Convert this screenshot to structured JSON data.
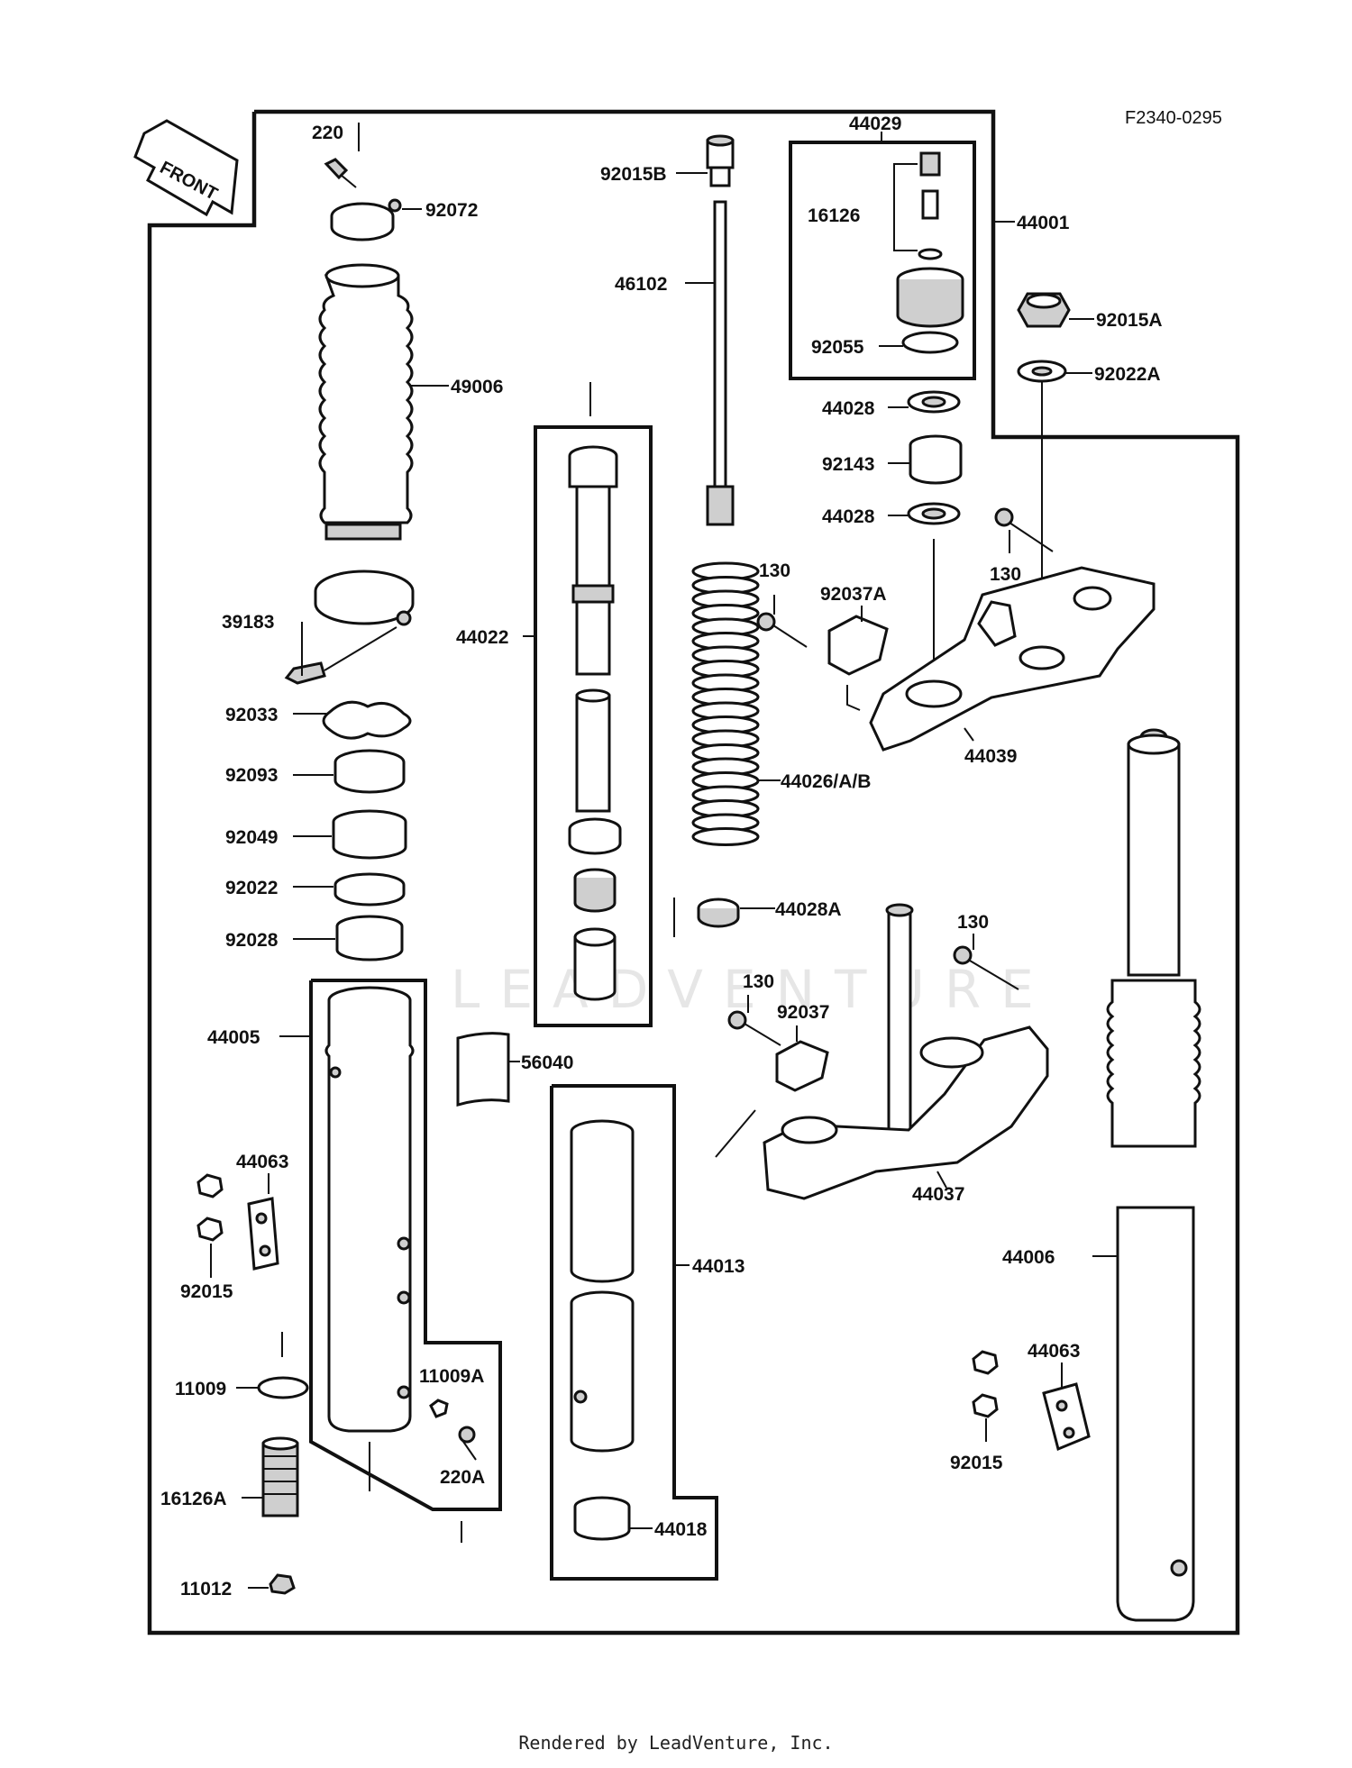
{
  "figure_code": "F2340-0295",
  "front_arrow_label": "FRONT",
  "watermark": "LEADVENTURE",
  "footer": "Rendered by LeadVenture, Inc.",
  "parts": {
    "p220": "220",
    "p92072": "92072",
    "p49006": "49006",
    "p39183": "39183",
    "p92033": "92033",
    "p92093": "92093",
    "p92049": "92049",
    "p92022": "92022",
    "p92028": "92028",
    "p44005": "44005",
    "p44063_l": "44063",
    "p92015_l": "92015",
    "p11009": "11009",
    "p11009A": "11009A",
    "p220A": "220A",
    "p16126A": "16126A",
    "p11012": "11012",
    "p92015B": "92015B",
    "p46102": "46102",
    "p44022": "44022",
    "p44026": "44026/A/B",
    "p44028A": "44028A",
    "p56040": "56040",
    "p44013": "44013",
    "p44018": "44018",
    "p44029": "44029",
    "p16126": "16126",
    "p92055": "92055",
    "p44001": "44001",
    "p44028_a": "44028",
    "p92143": "92143",
    "p44028_b": "44028",
    "p92015A": "92015A",
    "p92022A": "92022A",
    "p130_a": "130",
    "p130_b": "130",
    "p92037A": "92037A",
    "p44039": "44039",
    "p130_c": "130",
    "p130_d": "130",
    "p92037": "92037",
    "p44037": "44037",
    "p44006": "44006",
    "p44063_r": "44063",
    "p92015_r": "92015"
  }
}
